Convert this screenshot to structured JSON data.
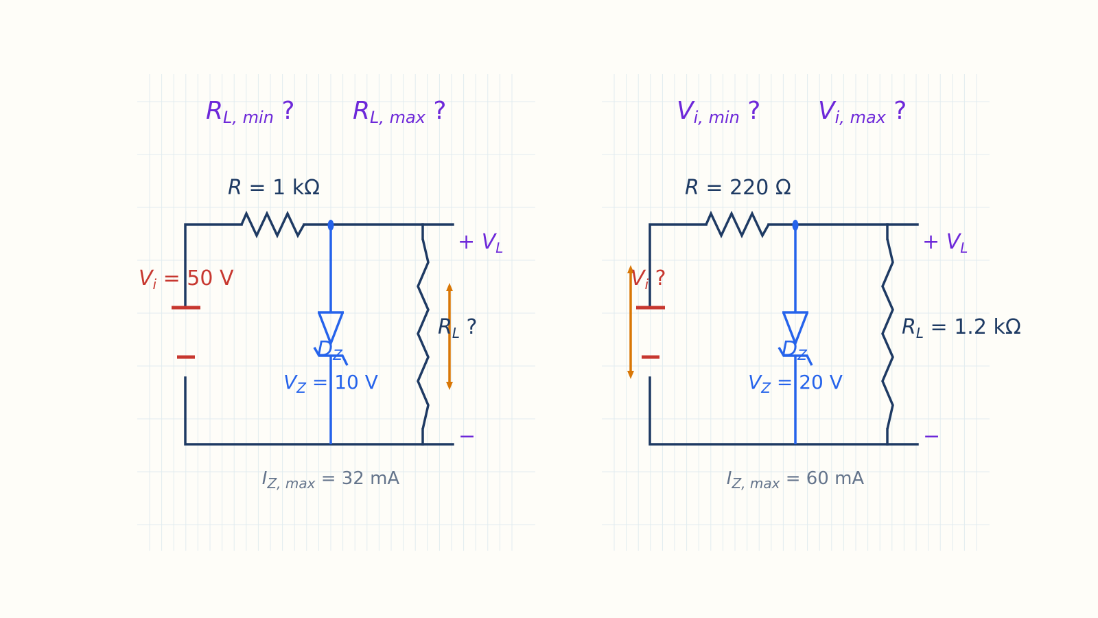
{
  "colors": {
    "background": "#fefdf8",
    "wire": "#1e3a63",
    "zener": "#2563eb",
    "source": "#c7372f",
    "unknown_arrow": "#d97706",
    "load_label": "#6d28d9",
    "grid": "#e1ecef",
    "note": "#64748b"
  },
  "left": {
    "title1": {
      "sym": "R",
      "sub": "L, min",
      "q": " ?"
    },
    "title2": {
      "sym": "R",
      "sub": "L, max",
      "q": " ?"
    },
    "resistor_label": {
      "sym": "R",
      "eq": " = 1 kΩ"
    },
    "source_label": {
      "sym": "V",
      "sub": "i",
      "eq": " = 50 V"
    },
    "zener_label": {
      "sym": "D",
      "sub": "Z"
    },
    "zener_voltage": {
      "sym": "V",
      "sub": "Z",
      "eq": " = 10 V"
    },
    "load_label": {
      "sym": "R",
      "sub": "L",
      "eq": " ?"
    },
    "vl_plus": "+ ",
    "vl_sym": "V",
    "vl_sub": "L",
    "vl_minus": "−",
    "iz_max": {
      "sym": "I",
      "sub": "Z, max",
      "eq": " = 32 mA"
    }
  },
  "right": {
    "title1": {
      "sym": "V",
      "sub": "i, min",
      "q": " ?"
    },
    "title2": {
      "sym": "V",
      "sub": "i, max",
      "q": " ?"
    },
    "resistor_label": {
      "sym": "R",
      "eq": " = 220 Ω"
    },
    "source_label": {
      "sym": "V",
      "sub": "i",
      "eq": " ?"
    },
    "zener_label": {
      "sym": "D",
      "sub": "Z"
    },
    "zener_voltage": {
      "sym": "V",
      "sub": "Z",
      "eq": " = 20 V"
    },
    "load_label": {
      "sym": "R",
      "sub": "L",
      "eq": " = 1.2 kΩ"
    },
    "vl_plus": "+ ",
    "vl_sym": "V",
    "vl_sub": "L",
    "vl_minus": "−",
    "iz_max": {
      "sym": "I",
      "sub": "Z, max",
      "eq": " = 60 mA"
    }
  }
}
